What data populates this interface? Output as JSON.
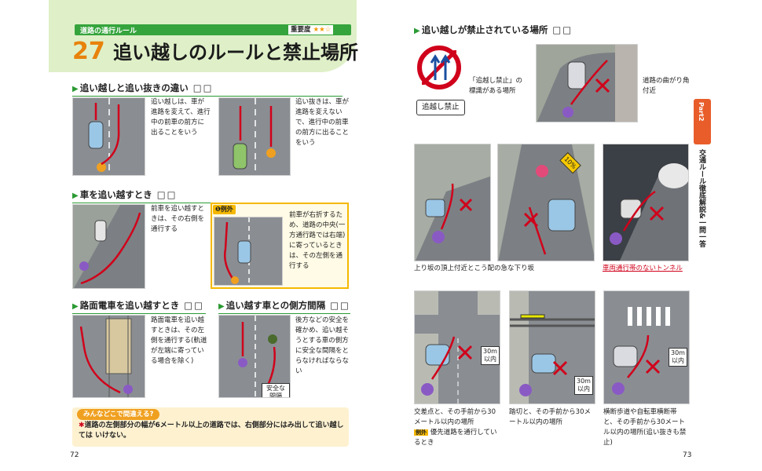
{
  "header": {
    "category": "道路の通行ルール",
    "importance_label": "重要度",
    "importance_stars": "★★☆",
    "chapter_number": "27",
    "title": "追い越しのルールと禁止場所"
  },
  "sections": {
    "s1": {
      "title": "追い越しと追い抜きの違い",
      "boxes": "□□",
      "oikoshi": "追い越しは、車が進路を変えて、進行中の前車の前方に出ることをいう",
      "oinuki": "追い抜きは、車が進路を変えないで、進行中の前車の前方に出ることをいう"
    },
    "s2": {
      "title": "車を追い越すとき",
      "boxes": "□□",
      "text": "前車を追い越すときは、その右側を通行する",
      "exception_label": "例外",
      "exception_text": "前車が右折するため、道路の中央(一方通行路では右端)に寄っているときは、その左側を通行する"
    },
    "s3": {
      "title": "路面電車を追い越すとき",
      "boxes": "□□",
      "text": "路面電車を追い越すときは、その左側を通行する(軌道が左端に寄っている場合を除く)"
    },
    "s4": {
      "title": "追い越す車との側方間隔",
      "boxes": "□□",
      "text": "後方などの安全を確かめ、追い越そうとする車の側方に安全な間隔をとらなければならない",
      "illus_label": "安全な間隔"
    },
    "s5": {
      "title": "追い越しが禁止されている場所",
      "boxes": "□□"
    }
  },
  "faq": {
    "title": "みんなどこで間違える?",
    "text": "道路の左側部分の幅が6メートル以上の道路では、右側部分にはみ出して追い越しては いけない。"
  },
  "right": {
    "sign_label": "追越し禁止",
    "sign_caption": "「追越し禁止」の標識がある場所",
    "curve_caption": "道路の曲がり角付近",
    "slope_caption": "上り坂の頂上付近とこう配の急な下り坂",
    "slope_sign": "10%",
    "tunnel_caption": "車両通行帯のないトンネル",
    "intersection_caption": "交差点と、その手前から30メートル以内の場所",
    "intersection_exception_label": "例外",
    "intersection_exception_text": "優先道路を通行しているとき",
    "crossing_caption": "踏切と、その手前から30メートル以内の場所",
    "crosswalk_caption": "横断歩道や自転車横断帯と、その手前から30メートル以内の場所(追い抜きも禁止)",
    "distance_label": "30m以内"
  },
  "side_tab": {
    "part": "Part2",
    "text": "交通ルール徹底解説&一問一答"
  },
  "page_numbers": {
    "left": "72",
    "right": "73"
  }
}
